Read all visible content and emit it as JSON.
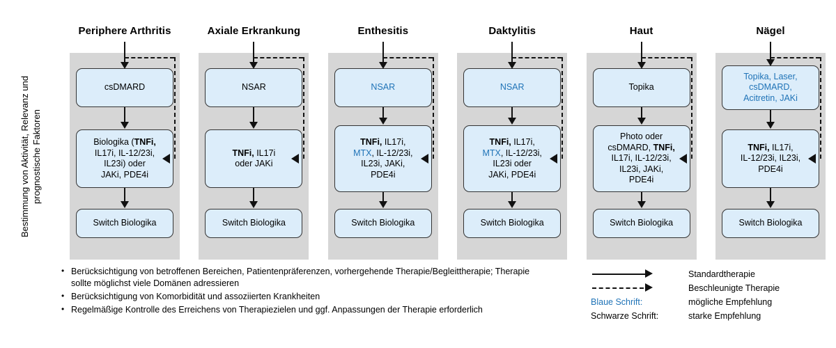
{
  "axis_label": {
    "line1": "Bestimmung von Aktivität, Relevanz und",
    "line2": "prognostische Faktoren"
  },
  "columns": [
    {
      "title": "Periphere Arthritis",
      "box1": {
        "text": "csDMARD",
        "color": "black",
        "variant": "normal"
      },
      "box2": {
        "lines": [
          [
            {
              "t": "Biologika (",
              "s": "n"
            },
            {
              "t": "TNFi,",
              "s": "b"
            }
          ],
          [
            {
              "t": "IL17i, IL-12/23i,",
              "s": "n"
            }
          ],
          [
            {
              "t": "IL23i) oder",
              "s": "n"
            }
          ],
          [
            {
              "t": "JAKi, PDE4i",
              "s": "n"
            }
          ]
        ]
      },
      "box3": {
        "text": "Switch Biologika"
      }
    },
    {
      "title": "Axiale Erkrankung",
      "box1": {
        "text": "NSAR",
        "color": "black",
        "variant": "normal"
      },
      "box2": {
        "lines": [
          [
            {
              "t": "TNFi,",
              "s": "b"
            },
            {
              "t": " IL17i",
              "s": "n"
            }
          ],
          [
            {
              "t": "oder JAKi",
              "s": "n"
            }
          ]
        ]
      },
      "box3": {
        "text": "Switch Biologika"
      }
    },
    {
      "title": "Enthesitis",
      "box1": {
        "text": "NSAR",
        "color": "blue",
        "variant": "normal"
      },
      "box2": {
        "lines": [
          [
            {
              "t": "TNFi,",
              "s": "b"
            },
            {
              "t": " IL17i,",
              "s": "n"
            }
          ],
          [
            {
              "t": "MTX",
              "s": "blue"
            },
            {
              "t": ", IL-12/23i,",
              "s": "n"
            }
          ],
          [
            {
              "t": "IL23i, JAKi,",
              "s": "n"
            }
          ],
          [
            {
              "t": "PDE4i",
              "s": "n"
            }
          ]
        ]
      },
      "box3": {
        "text": "Switch Biologika"
      }
    },
    {
      "title": "Daktylitis",
      "box1": {
        "text": "NSAR",
        "color": "blue",
        "variant": "normal"
      },
      "box2": {
        "lines": [
          [
            {
              "t": "TNFi,",
              "s": "b"
            },
            {
              "t": " IL17i,",
              "s": "n"
            }
          ],
          [
            {
              "t": "MTX",
              "s": "blue"
            },
            {
              "t": ", IL-12/23i,",
              "s": "n"
            }
          ],
          [
            {
              "t": "IL23i oder",
              "s": "n"
            }
          ],
          [
            {
              "t": "JAKi, PDE4i",
              "s": "n"
            }
          ]
        ]
      },
      "box3": {
        "text": "Switch Biologika"
      }
    },
    {
      "title": "Haut",
      "box1": {
        "text": "Topika",
        "color": "black",
        "variant": "normal"
      },
      "box2": {
        "lines": [
          [
            {
              "t": "Photo oder",
              "s": "n"
            }
          ],
          [
            {
              "t": "csDMARD, ",
              "s": "n"
            },
            {
              "t": "TNFi,",
              "s": "b"
            }
          ],
          [
            {
              "t": "IL17i, IL-12/23i,",
              "s": "n"
            }
          ],
          [
            {
              "t": "IL23i, JAKi,",
              "s": "n"
            }
          ],
          [
            {
              "t": "PDE4i",
              "s": "n"
            }
          ]
        ]
      },
      "box3": {
        "text": "Switch Biologika"
      }
    },
    {
      "title": "Nägel",
      "box1": {
        "lines": [
          [
            {
              "t": "Topika, Laser,",
              "s": "blue"
            }
          ],
          [
            {
              "t": "csDMARD,",
              "s": "blue"
            }
          ],
          [
            {
              "t": "Acitretin, JAKi",
              "s": "blue"
            }
          ]
        ]
      },
      "box2": {
        "lines": [
          [
            {
              "t": "TNFi,",
              "s": "b"
            },
            {
              "t": " IL17i,",
              "s": "n"
            }
          ],
          [
            {
              "t": "IL-12/23i, IL23i,",
              "s": "n"
            }
          ],
          [
            {
              "t": "PDE4i",
              "s": "n"
            }
          ]
        ]
      },
      "box3": {
        "text": "Switch Biologika"
      }
    }
  ],
  "notes": [
    "Berücksichtigung von betroffenen Bereichen, Patientenpräferenzen, vorhergehende Therapie/Begleittherapie; Therapie sollte möglichst viele Domänen adressieren",
    "Berücksichtigung von Komorbidität und assoziierten Krankheiten",
    "Regelmäßige Kontrolle des Erreichens von Therapiezielen und ggf. Anpassungen der Therapie erforderlich"
  ],
  "legend": {
    "rows": [
      {
        "key": "",
        "key_icon": "solid-arrow-icon",
        "value": "Standardtherapie"
      },
      {
        "key": "",
        "key_icon": "dashed-arrow-icon",
        "value": "Beschleunigte Therapie"
      },
      {
        "key": "Blaue Schrift:",
        "key_icon": "",
        "value": "mögliche Empfehlung",
        "key_color": "blue"
      },
      {
        "key": "Schwarze Schrift:",
        "key_icon": "",
        "value": "starke Empfehlung",
        "key_color": "black"
      }
    ]
  },
  "colors": {
    "box_fill": "#dcedfa",
    "box_border": "#333333",
    "panel_bg": "#d6d6d6",
    "blue_text": "#1f73b7",
    "black_text": "#000000",
    "page_bg": "#ffffff"
  }
}
